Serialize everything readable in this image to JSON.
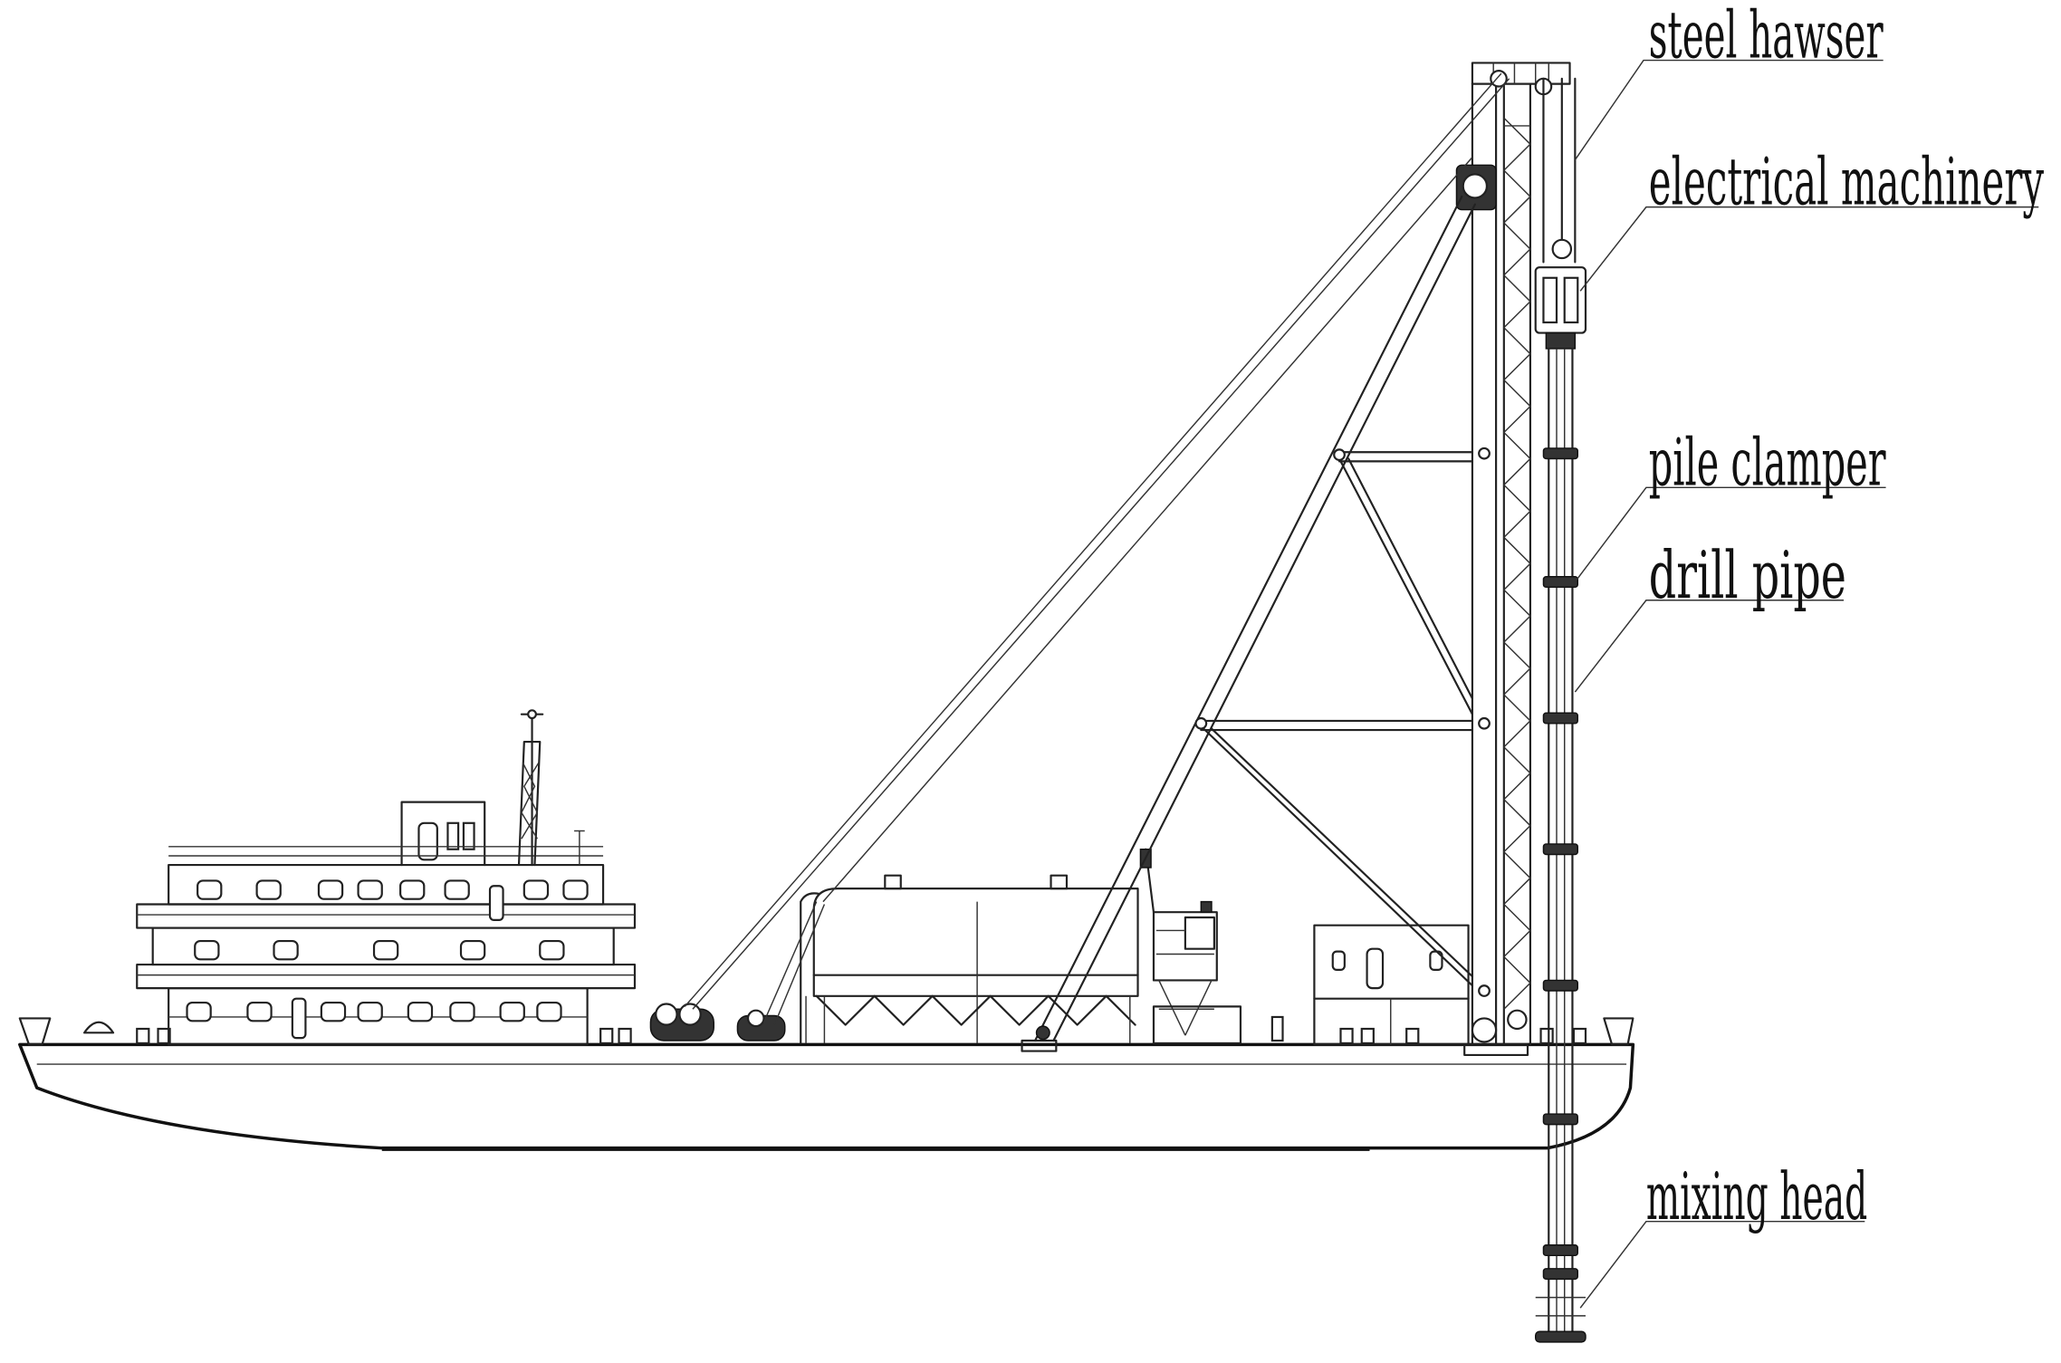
{
  "labels": {
    "steel_hawser": "steel hawser",
    "electrical_machinery": "electrical machinery",
    "pile_clamper": "pile clamper",
    "drill_pipe": "drill pipe",
    "mixing_head": "mixing head"
  },
  "colors": {
    "line": "#222222",
    "background": "#ffffff"
  }
}
